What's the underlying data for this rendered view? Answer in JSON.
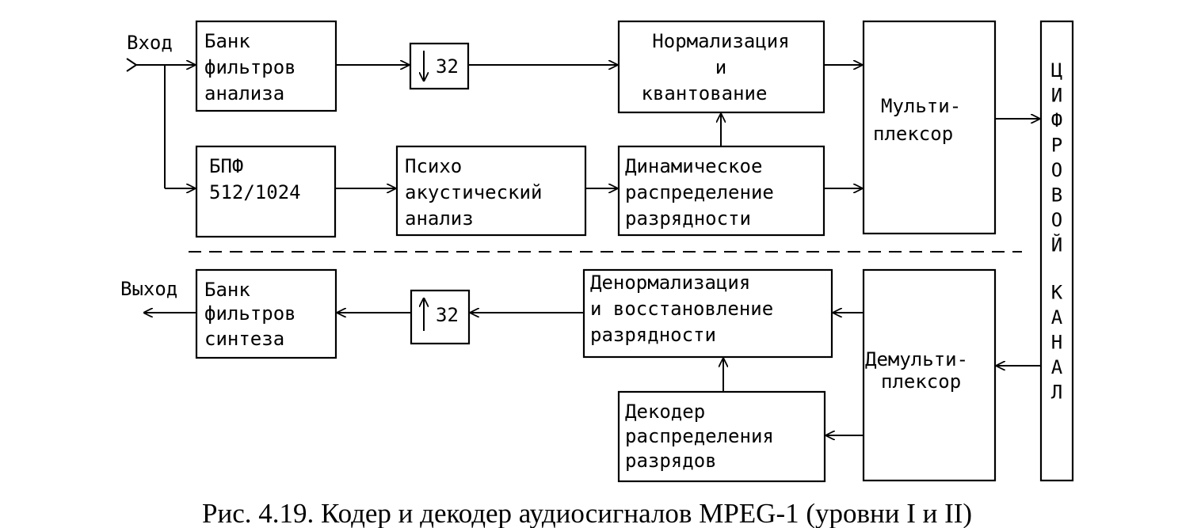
{
  "labels": {
    "input": "Вход",
    "output": "Выход",
    "analysis_filterbank": [
      "Банк",
      "фильтров",
      "анализа"
    ],
    "downsample": "32",
    "normalization": [
      "Нормализация",
      "и",
      "квантование"
    ],
    "fft": [
      "БПФ",
      "512/1024"
    ],
    "psychoacoustic": [
      "Психо",
      "акустический",
      "анализ"
    ],
    "dynamic_bit_allocation": [
      "Динамическое",
      "распределение",
      "разрядности"
    ],
    "multiplexer": [
      "Мульти-",
      "плексор"
    ],
    "digital_channel": [
      "Ц",
      "И",
      "Ф",
      "Р",
      "О",
      "В",
      "О",
      "Й",
      " ",
      "К",
      "А",
      "Н",
      "А",
      "Л"
    ],
    "synthesis_filterbank": [
      "Банк",
      "фильтров",
      "синтеза"
    ],
    "upsample": "32",
    "denormalization": [
      "Денормализация",
      "и восстановление",
      "разрядности"
    ],
    "bit_allocation_decoder": [
      "Декодер",
      "распределения",
      "разрядов"
    ],
    "demultiplexer": [
      "Демульти-",
      "плексор"
    ]
  },
  "caption": "Рис. 4.19. Кодер и декодер аудиосигналов MPEG-1 (уровни I и II)"
}
